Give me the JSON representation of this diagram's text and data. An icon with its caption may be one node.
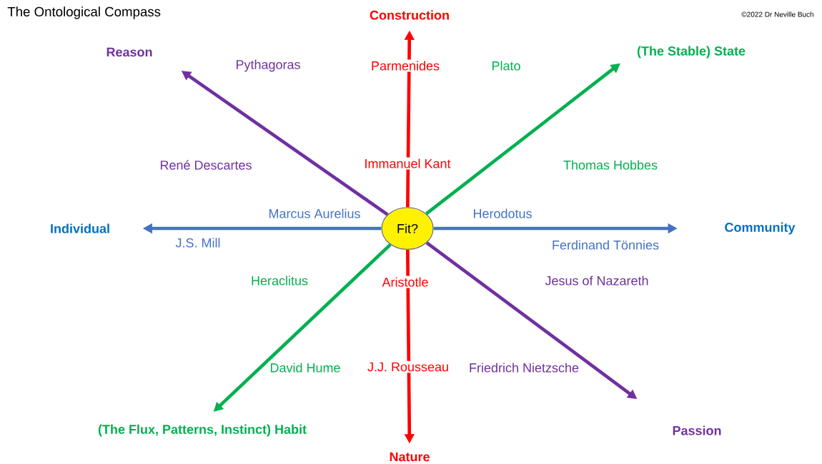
{
  "diagram": {
    "title": "The Ontological Compass",
    "nodes": [
      {
        "text": [
          "Construction"
        ]
      },
      {
        "text": [
          "Reason"
        ]
      },
      {
        "text": [
          "(The Stable) State"
        ]
      },
      {
        "text": [
          "Individual"
        ]
      },
      {
        "text": [
          "Fit?"
        ]
      },
      {
        "text": [
          "Community"
        ]
      },
      {
        "text": [
          "(The Flux, Patterns, Instinct) Habit"
        ]
      },
      {
        "text": [
          "Passion"
        ]
      },
      {
        "text": [
          "Nature"
        ]
      }
    ],
    "edges": [
      {
        "from": 4,
        "to": 0,
        "arrow": "to",
        "color": "#ff0000"
      },
      {
        "from": 4,
        "to": 1,
        "arrow": "to",
        "color": "#7030a0"
      },
      {
        "from": 4,
        "to": 2,
        "arrow": "to",
        "color": "#00b050"
      },
      {
        "from": 4,
        "to": 3,
        "arrow": "to",
        "color": "#4472c4"
      },
      {
        "from": 4,
        "to": 5,
        "arrow": "to",
        "color": "#4472c4"
      },
      {
        "from": 4,
        "to": 6,
        "arrow": "to",
        "color": "#00b050"
      },
      {
        "from": 4,
        "to": 7,
        "arrow": "to",
        "color": "#7030a0"
      },
      {
        "from": 4,
        "to": 8,
        "arrow": "to",
        "color": "#ff0000"
      }
    ],
    "labels": [
      "©2022 Dr Neville Buch",
      "Pythagoras",
      "Parmenides",
      "Plato",
      "René Descartes",
      "Immanuel Kant",
      "Thomas Hobbes",
      "Marcus Aurelius",
      "Herodotus",
      "J.S. Mill",
      "Ferdinand Tönnies",
      "Heraclitus",
      "Aristotle",
      "Jesus of Nazareth",
      "David Hume",
      "J.J. Rousseau",
      "Friedrich Nietzsche"
    ]
  }
}
